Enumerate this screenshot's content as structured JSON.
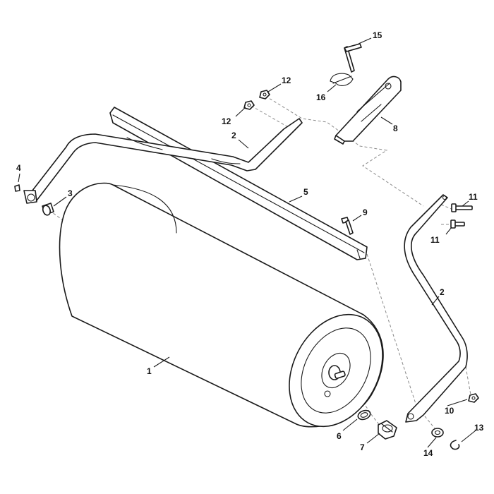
{
  "callouts": [
    {
      "id": "c1",
      "text": "1"
    },
    {
      "id": "c2a",
      "text": "2"
    },
    {
      "id": "c2b",
      "text": "2"
    },
    {
      "id": "c3",
      "text": "3"
    },
    {
      "id": "c4",
      "text": "4"
    },
    {
      "id": "c5",
      "text": "5"
    },
    {
      "id": "c6",
      "text": "6"
    },
    {
      "id": "c7",
      "text": "7"
    },
    {
      "id": "c8",
      "text": "8"
    },
    {
      "id": "c9",
      "text": "9"
    },
    {
      "id": "c10",
      "text": "10"
    },
    {
      "id": "c11a",
      "text": "11"
    },
    {
      "id": "c11b",
      "text": "11"
    },
    {
      "id": "c12a",
      "text": "12"
    },
    {
      "id": "c12b",
      "text": "12"
    },
    {
      "id": "c13",
      "text": "13"
    },
    {
      "id": "c14",
      "text": "14"
    },
    {
      "id": "c15",
      "text": "15"
    },
    {
      "id": "c16",
      "text": "16"
    }
  ]
}
